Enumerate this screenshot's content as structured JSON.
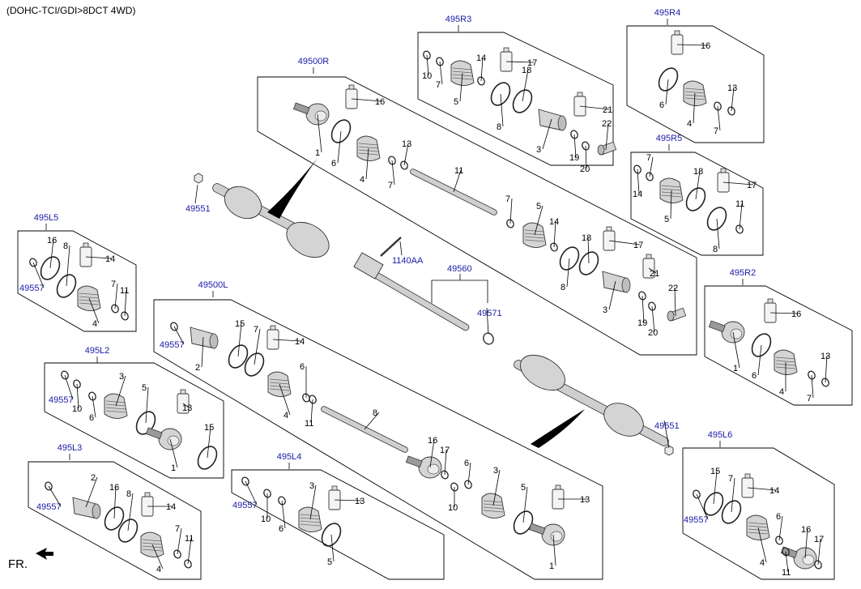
{
  "header": {
    "title": "(DOHC-TCI/GDI>8DCT 4WD)"
  },
  "orientation": {
    "label": "FR."
  },
  "colors": {
    "ref": "#1a1aa8",
    "line": "#000000",
    "part_fill": "#d4d4d4",
    "part_fill_dark": "#9a9a9a"
  },
  "icons": [
    "boot-icon",
    "ring-icon",
    "joint-icon",
    "grease-icon",
    "shaft-icon",
    "nut-icon",
    "arrow-icon"
  ],
  "groups": [
    {
      "id": "495R3",
      "callouts": [
        {
          "id": "c10",
          "text": "10"
        },
        {
          "id": "c7",
          "text": "7"
        },
        {
          "id": "c5",
          "text": "5"
        },
        {
          "id": "c14",
          "text": "14"
        },
        {
          "id": "c17",
          "text": "17"
        },
        {
          "id": "c18",
          "text": "18"
        },
        {
          "id": "c8",
          "text": "8"
        },
        {
          "id": "c3",
          "text": "3"
        },
        {
          "id": "c21",
          "text": "21"
        },
        {
          "id": "c22",
          "text": "22"
        },
        {
          "id": "c19",
          "text": "19"
        },
        {
          "id": "c20",
          "text": "20"
        }
      ]
    },
    {
      "id": "495R4",
      "callouts": [
        {
          "id": "c16",
          "text": "16"
        },
        {
          "id": "c6",
          "text": "6"
        },
        {
          "id": "c13",
          "text": "13"
        },
        {
          "id": "c4",
          "text": "4"
        },
        {
          "id": "c7",
          "text": "7"
        }
      ]
    },
    {
      "id": "49500R",
      "callouts": [
        {
          "id": "c16",
          "text": "16"
        },
        {
          "id": "c1",
          "text": "1"
        },
        {
          "id": "c6",
          "text": "6"
        },
        {
          "id": "c4",
          "text": "4"
        },
        {
          "id": "c13",
          "text": "13"
        },
        {
          "id": "c7",
          "text": "7"
        },
        {
          "id": "c11",
          "text": "11"
        },
        {
          "id": "c7b",
          "text": "7"
        },
        {
          "id": "c5",
          "text": "5"
        },
        {
          "id": "c14",
          "text": "14"
        },
        {
          "id": "c18",
          "text": "18"
        },
        {
          "id": "c17",
          "text": "17"
        },
        {
          "id": "c8",
          "text": "8"
        },
        {
          "id": "c21",
          "text": "21"
        },
        {
          "id": "c3",
          "text": "3"
        },
        {
          "id": "c22",
          "text": "22"
        },
        {
          "id": "c19",
          "text": "19"
        },
        {
          "id": "c20",
          "text": "20"
        }
      ]
    },
    {
      "id": "495R5",
      "callouts": [
        {
          "id": "c7",
          "text": "7"
        },
        {
          "id": "c14",
          "text": "14"
        },
        {
          "id": "c18",
          "text": "18"
        },
        {
          "id": "c17",
          "text": "17"
        },
        {
          "id": "c5",
          "text": "5"
        },
        {
          "id": "c11",
          "text": "11"
        },
        {
          "id": "c8",
          "text": "8"
        }
      ]
    },
    {
      "id": "495R2",
      "callouts": [
        {
          "id": "c16",
          "text": "16"
        },
        {
          "id": "c1",
          "text": "1"
        },
        {
          "id": "c6",
          "text": "6"
        },
        {
          "id": "c13",
          "text": "13"
        },
        {
          "id": "c4",
          "text": "4"
        },
        {
          "id": "c7",
          "text": "7"
        }
      ]
    },
    {
      "id": "495L5",
      "callouts": [
        {
          "id": "c16",
          "text": "16"
        },
        {
          "id": "c8",
          "text": "8"
        },
        {
          "id": "c14",
          "text": "14"
        },
        {
          "id": "c49557",
          "text": "49557"
        },
        {
          "id": "c7",
          "text": "7"
        },
        {
          "id": "c11",
          "text": "11"
        },
        {
          "id": "c4",
          "text": "4"
        }
      ]
    },
    {
      "id": "49500L",
      "callouts": [
        {
          "id": "c49557",
          "text": "49557"
        },
        {
          "id": "c2",
          "text": "2"
        },
        {
          "id": "c15",
          "text": "15"
        },
        {
          "id": "c7",
          "text": "7"
        },
        {
          "id": "c14",
          "text": "14"
        },
        {
          "id": "c6",
          "text": "6"
        },
        {
          "id": "c4",
          "text": "4"
        },
        {
          "id": "c11",
          "text": "11"
        },
        {
          "id": "c8",
          "text": "8"
        },
        {
          "id": "c16",
          "text": "16"
        },
        {
          "id": "c17",
          "text": "17"
        },
        {
          "id": "c6b",
          "text": "6"
        },
        {
          "id": "c10",
          "text": "10"
        },
        {
          "id": "c3",
          "text": "3"
        },
        {
          "id": "c5",
          "text": "5"
        },
        {
          "id": "c13",
          "text": "13"
        },
        {
          "id": "c1",
          "text": "1"
        }
      ]
    },
    {
      "id": "495L2",
      "callouts": [
        {
          "id": "c3",
          "text": "3"
        },
        {
          "id": "c49557",
          "text": "49557"
        },
        {
          "id": "c10",
          "text": "10"
        },
        {
          "id": "c6",
          "text": "6"
        },
        {
          "id": "c5",
          "text": "5"
        },
        {
          "id": "c13",
          "text": "13"
        },
        {
          "id": "c15",
          "text": "15"
        },
        {
          "id": "c1",
          "text": "1"
        }
      ]
    },
    {
      "id": "495L3",
      "callouts": [
        {
          "id": "c2",
          "text": "2"
        },
        {
          "id": "c16",
          "text": "16"
        },
        {
          "id": "c8",
          "text": "8"
        },
        {
          "id": "c14",
          "text": "14"
        },
        {
          "id": "c49557",
          "text": "49557"
        },
        {
          "id": "c7",
          "text": "7"
        },
        {
          "id": "c11",
          "text": "11"
        },
        {
          "id": "c4",
          "text": "4"
        }
      ]
    },
    {
      "id": "495L4",
      "callouts": [
        {
          "id": "c3",
          "text": "3"
        },
        {
          "id": "c13",
          "text": "13"
        },
        {
          "id": "c49557",
          "text": "49557"
        },
        {
          "id": "c10",
          "text": "10"
        },
        {
          "id": "c6",
          "text": "6"
        },
        {
          "id": "c5",
          "text": "5"
        }
      ]
    },
    {
      "id": "495L6",
      "callouts": [
        {
          "id": "c15",
          "text": "15"
        },
        {
          "id": "c7",
          "text": "7"
        },
        {
          "id": "c14",
          "text": "14"
        },
        {
          "id": "c49557",
          "text": "49557"
        },
        {
          "id": "c6",
          "text": "6"
        },
        {
          "id": "c16",
          "text": "16"
        },
        {
          "id": "c17",
          "text": "17"
        },
        {
          "id": "c4",
          "text": "4"
        },
        {
          "id": "c11",
          "text": "11"
        }
      ]
    }
  ],
  "refs": [
    {
      "id": "49551_left",
      "text": "49551"
    },
    {
      "id": "49551_right",
      "text": "49551"
    },
    {
      "id": "1140AA",
      "text": "1140AA"
    },
    {
      "id": "49560",
      "text": "49560"
    },
    {
      "id": "49571",
      "text": "49571"
    }
  ]
}
